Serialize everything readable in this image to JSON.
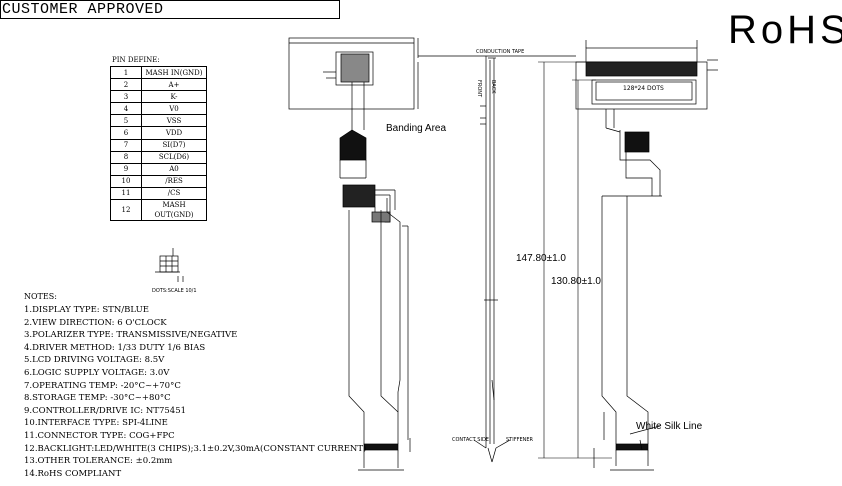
{
  "header": {
    "approved": "CUSTOMER APPROVED",
    "rohs": "RoHS"
  },
  "pin_table": {
    "title": "PIN DEFINE:",
    "rows": [
      [
        "1",
        "MASH IN(GND)"
      ],
      [
        "2",
        "A+"
      ],
      [
        "3",
        "K-"
      ],
      [
        "4",
        "V0"
      ],
      [
        "5",
        "VSS"
      ],
      [
        "6",
        "VDD"
      ],
      [
        "7",
        "SI(D7)"
      ],
      [
        "8",
        "SCL(D6)"
      ],
      [
        "9",
        "A0"
      ],
      [
        "10",
        "/RES"
      ],
      [
        "11",
        "/CS"
      ],
      [
        "12",
        "MASH OUT(GND)"
      ]
    ]
  },
  "dots_scale": "DOTS:SCALE 10/1",
  "notes": {
    "title": "NOTES:",
    "items": [
      "1.DISPLAY TYPE: STN/BLUE",
      "2.VIEW DIRECTION: 6 O'CLOCK",
      "3.POLARIZER TYPE: TRANSMISSIVE/NEGATIVE",
      "4.DRIVER METHOD: 1/33 DUTY 1/6 BIAS",
      "5.LCD DRIVING VOLTAGE: 8.5V",
      "6.LOGIC SUPPLY VOLTAGE: 3.0V",
      "7.OPERATING TEMP: -20°C~+70°C",
      "8.STORAGE TEMP: -30°C~+80°C",
      "9.CONTROLLER/DRIVE IC: NT75451",
      "10.INTERFACE TYPE: SPI-4LINE",
      "11.CONNECTOR TYPE: COG+FPC",
      "12.BACKLIGHT:LED/WHITE(3 CHIPS);3.1±0.2V,30mA(CONSTANT CURRENT)",
      "13.OTHER TOLERANCE: ±0.2mm",
      "14.RoHS COMPLIANT"
    ]
  },
  "labels": {
    "bending_area": "Banding Area",
    "conduction_tape": "CONDUCTION TAPE",
    "display_dots": "128*24 DOTS",
    "dim_147": "147.80±1.0",
    "dim_130": "130.80±1.0",
    "white_silk": "White Silk Line",
    "contact_side": "CONTACT SIDE",
    "stiffener": "STIFFENER",
    "front": "FRONT",
    "back": "BACK"
  }
}
